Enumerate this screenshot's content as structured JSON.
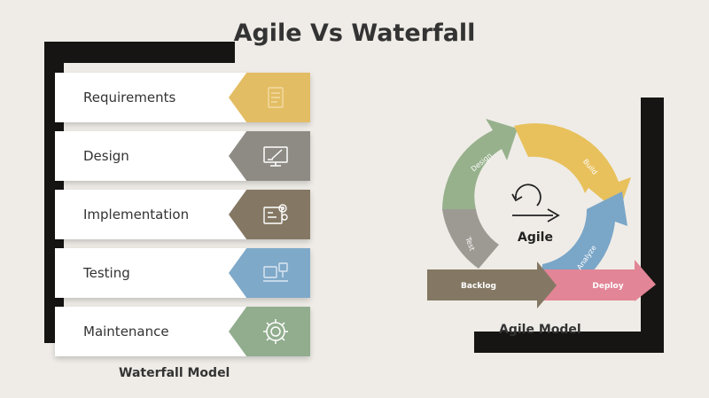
{
  "title": "Agile Vs Waterfall",
  "waterfall": {
    "caption": "Waterfall Model",
    "steps": [
      {
        "label": "Requirements",
        "color": "#e3bd63",
        "icon": "document-checklist-icon"
      },
      {
        "label": "Design",
        "color": "#8e8b85",
        "icon": "monitor-pen-icon"
      },
      {
        "label": "Implementation",
        "color": "#847864",
        "icon": "gears-board-icon"
      },
      {
        "label": "Testing",
        "color": "#7fa9c9",
        "icon": "testing-setup-icon"
      },
      {
        "label": "Maintenance",
        "color": "#91ad8e",
        "icon": "gear-icon"
      }
    ]
  },
  "agile": {
    "caption": "Agile Model",
    "center_label": "Agile",
    "arrows": {
      "design": "Design",
      "build": "Build",
      "analyze": "Analyze",
      "test": "Test",
      "backlog": "Backlog",
      "deploy": "Deploy"
    },
    "colors": {
      "green": "#97b18c",
      "yellow": "#e8c15c",
      "blue": "#7aa6c8",
      "gray": "#9d9a94",
      "brown": "#847864",
      "pink": "#e28596"
    }
  }
}
